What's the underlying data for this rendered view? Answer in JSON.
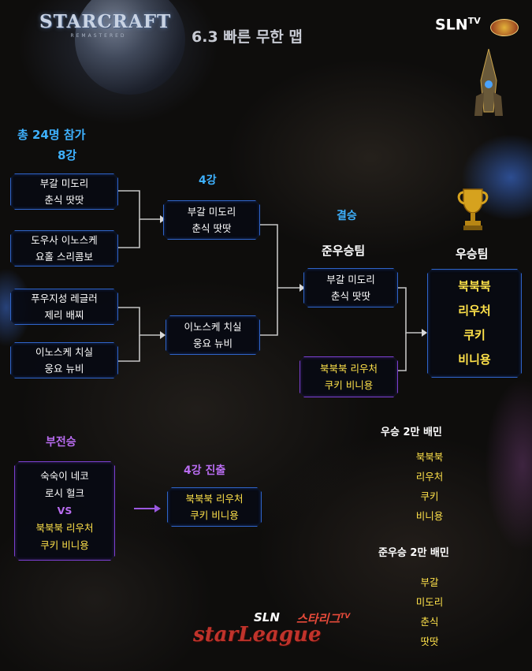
{
  "header": {
    "logo_starcraft": "STARCRAFT",
    "logo_starcraft_sub": "REMASTERED",
    "title": "6.3 빠른 무한 맵",
    "logo_sln": "SLN",
    "logo_sln_sup": "TV"
  },
  "labels": {
    "total": "총 24명 참가",
    "round8": "8강",
    "round4": "4강",
    "final": "결승",
    "runner_up": "준우승팀",
    "winner": "우승팀",
    "losers": "부전승",
    "advance": "4강 진출"
  },
  "round8": [
    {
      "line1": "부갈 미도리",
      "line2": "춘식 땃땃"
    },
    {
      "line1": "도우사 이노스케",
      "line2": "요홀 스리콤보"
    },
    {
      "line1": "푸우지성 레글러",
      "line2": "제리 배찌"
    },
    {
      "line1": "이노스케 치실",
      "line2": "웅요 뉴비"
    }
  ],
  "round4": [
    {
      "line1": "부갈 미도리",
      "line2": "춘식 땃땃"
    },
    {
      "line1": "이노스케 치실",
      "line2": "웅요 뉴비"
    }
  ],
  "final": [
    {
      "line1": "부갈 미도리",
      "line2": "춘식 땃땃"
    },
    {
      "line1": "북북북 리우처",
      "line2": "쿠키 비니용"
    }
  ],
  "winner_team": [
    "북북북",
    "리우처",
    "쿠키",
    "비니용"
  ],
  "losers_bracket": {
    "line1": "숙숙이 네코",
    "line2": "로시 헐크",
    "vs": "VS",
    "line3": "북북북 리우처",
    "line4": "쿠키 비니용"
  },
  "advance_team": {
    "line1": "북북북 리우처",
    "line2": "쿠키 비니용"
  },
  "prizes": {
    "winner_title": "우승 2만 배민",
    "winner_names": [
      "북북북",
      "리우처",
      "쿠키",
      "비니용"
    ],
    "runner_title": "준우승 2만 배민",
    "runner_names": [
      "부갈",
      "미도리",
      "춘식",
      "땃땃"
    ]
  },
  "footer": {
    "logo_sln": "SLN",
    "logo_sub": "스타리그",
    "logo_sub_sup": "TV",
    "logo_starleague": "starLeague"
  },
  "colors": {
    "blue_label": "#3eb1ff",
    "purple_label": "#b86cf0",
    "gold": "#ffe24a",
    "box_border_blue": "#2f64c8",
    "box_border_purple": "#7b3fd0"
  }
}
